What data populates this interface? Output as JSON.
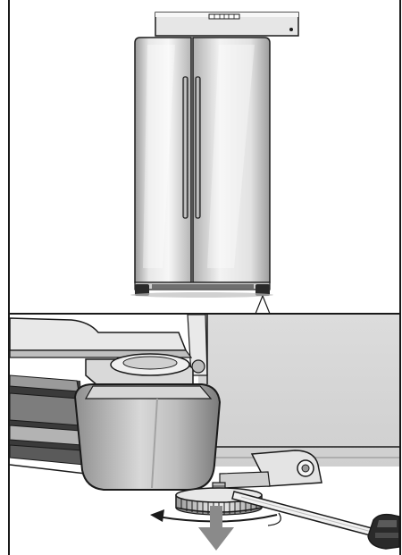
{
  "figure": {
    "top_panel": {
      "subject": "side-by-side-refrigerator",
      "accessory": "spirit-level"
    },
    "bottom_panel": {
      "subject": "adjustable-leveling-foot",
      "tool": "screwdriver",
      "motion": "rotate-foot-to-lower"
    },
    "colors": {
      "outline": "#1a1a1a",
      "steel_light": "#f2f2f2",
      "steel_mid": "#c9c9c9",
      "steel_dark": "#8c8c8c",
      "arrow": "#8a8a8a"
    }
  }
}
